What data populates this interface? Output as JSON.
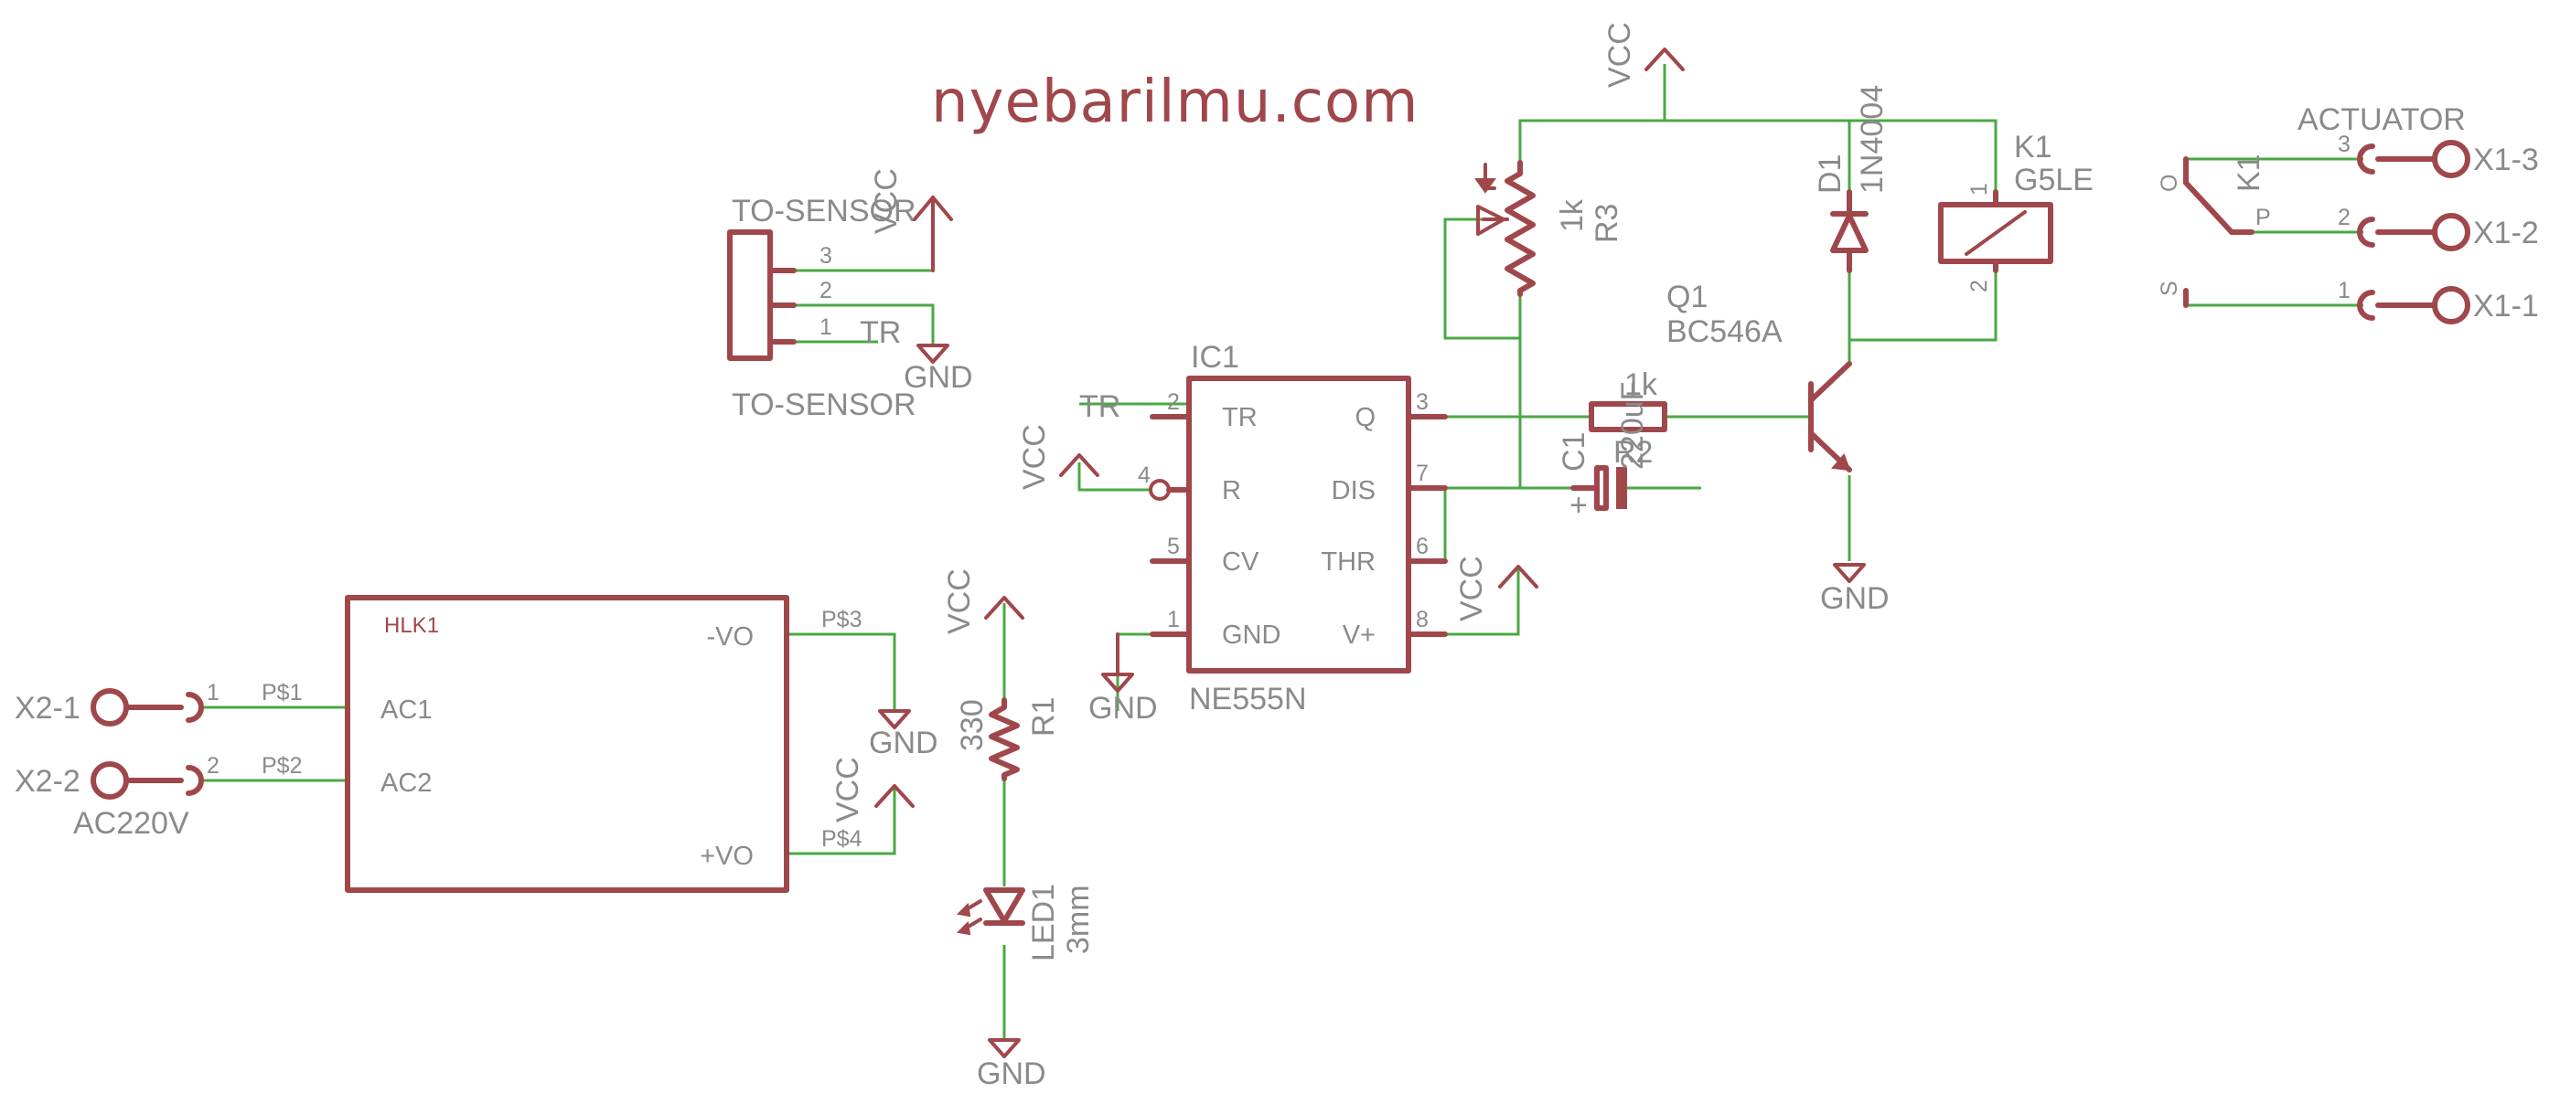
{
  "watermark": "nyebarilmu.com",
  "ic1": {
    "name": "IC1",
    "value": "NE555N",
    "pins": [
      {
        "num": "2",
        "name": "TR"
      },
      {
        "num": "4",
        "name": "R"
      },
      {
        "num": "5",
        "name": "CV"
      },
      {
        "num": "1",
        "name": "GND"
      },
      {
        "num": "3",
        "name": "Q"
      },
      {
        "num": "7",
        "name": "DIS"
      },
      {
        "num": "6",
        "name": "THR"
      },
      {
        "num": "8",
        "name": "V+"
      }
    ]
  },
  "sensor": {
    "name": "TO-SENSOR",
    "value": "TO-SENSOR",
    "pins": [
      "3",
      "2",
      "1"
    ]
  },
  "hlk1": {
    "name": "HLK1",
    "pins": {
      "ac1": "AC1",
      "ac2": "AC2",
      "vo_neg": "-VO",
      "vo_pos": "+VO"
    },
    "pin_nums": {
      "ac1": "1",
      "ac2": "2"
    },
    "pads": {
      "p1": "P$1",
      "p2": "P$2",
      "p3": "P$3",
      "p4": "P$4"
    }
  },
  "x2": {
    "t1": "X2-1",
    "t2": "X2-2",
    "value": "AC220V"
  },
  "x1": {
    "value": "ACTUATOR",
    "t3": "X1-3",
    "t2": "X1-2",
    "t1": "X1-1",
    "pins": [
      "3",
      "2",
      "1"
    ]
  },
  "relay_k1": {
    "name": "K1",
    "value": "G5LE",
    "coil_pins": [
      "1",
      "2"
    ],
    "switch_name": "K1",
    "contacts": {
      "o": "O",
      "p": "P",
      "s": "S"
    }
  },
  "d1": {
    "name": "D1",
    "value": "1N4004"
  },
  "q1": {
    "name": "Q1",
    "value": "BC546A"
  },
  "r1": {
    "name": "R1",
    "value": "330"
  },
  "r2": {
    "name": "R2",
    "value": "1k"
  },
  "r3": {
    "name": "R3",
    "value": "1k"
  },
  "c1": {
    "name": "C1",
    "value": "220uF",
    "polarity": "+"
  },
  "led1": {
    "name": "LED1",
    "value": "3mm"
  },
  "nets": {
    "vcc": "VCC",
    "gnd": "GND",
    "tr": "TR"
  }
}
